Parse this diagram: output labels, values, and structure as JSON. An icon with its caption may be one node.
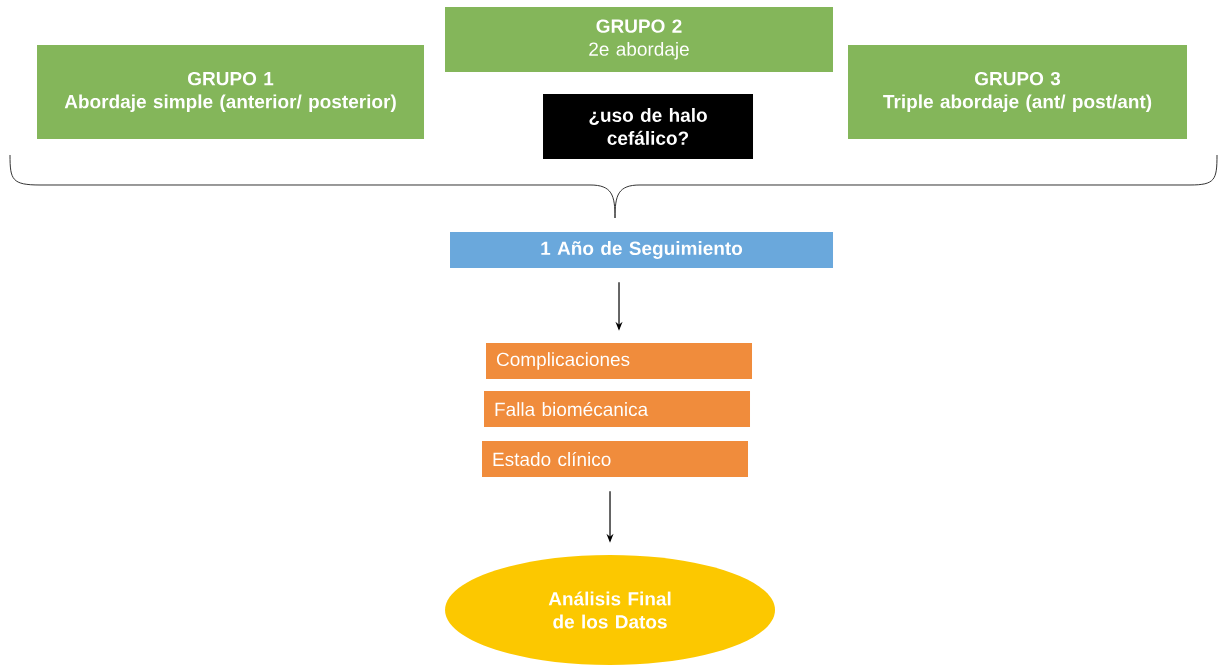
{
  "diagram": {
    "nodes": [
      {
        "text": [
          "GRUPO 1",
          "Abordaje simple (anterior/ posterior)"
        ]
      },
      {
        "text": [
          "GRUPO 2",
          "2e abordaje"
        ]
      },
      {
        "text": [
          "¿uso de halo cefálico?"
        ]
      },
      {
        "text": [
          "GRUPO 3",
          "Triple abordaje (ant/ post/ant)"
        ]
      },
      {
        "text": [
          "1 Año de Seguimiento"
        ]
      },
      {
        "text": [
          "Complicaciones"
        ]
      },
      {
        "text": [
          "Falla biomécanica"
        ]
      },
      {
        "text": [
          "Estado clínico"
        ]
      },
      {
        "text": [
          "Análisis Final de los Datos"
        ]
      }
    ],
    "edges": [
      {
        "from": 4,
        "to": 5,
        "arrow": "to"
      },
      {
        "from": 7,
        "to": 8,
        "arrow": "to"
      }
    ]
  }
}
